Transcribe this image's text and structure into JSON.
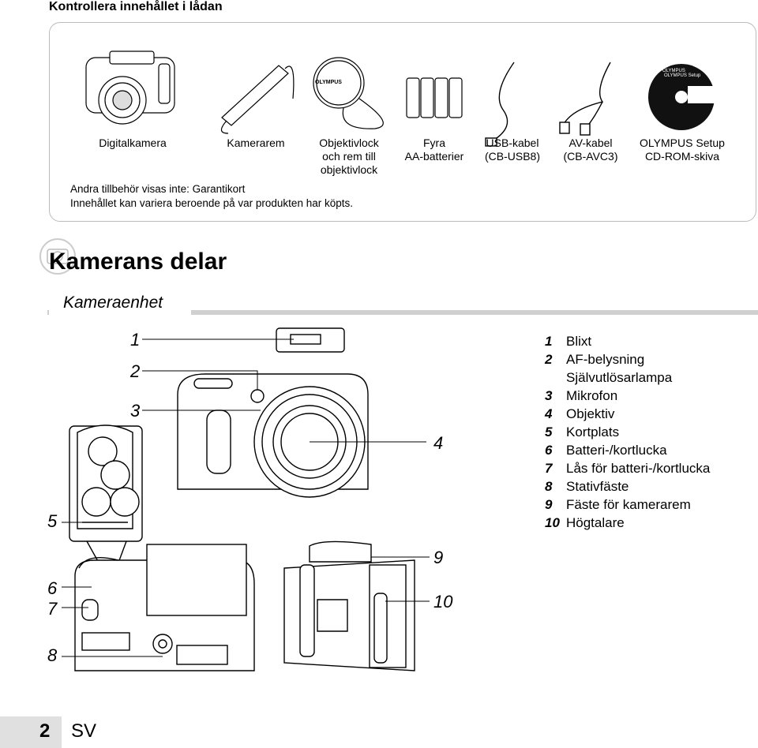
{
  "heading": "Kontrollera innehållet i lådan",
  "box_items": [
    {
      "label": "Digitalkamera"
    },
    {
      "label": "Kamerarem"
    },
    {
      "label": "Objektivlock\noch rem till\nobjektivlock"
    },
    {
      "label": "Fyra\nAA-batterier"
    },
    {
      "label": "USB-kabel\n(CB-USB8)"
    },
    {
      "label": "AV-kabel\n(CB-AVC3)"
    },
    {
      "label": "OLYMPUS Setup\nCD-ROM-skiva"
    }
  ],
  "box_notes": [
    "Andra tillbehör visas inte: Garantikort",
    "Innehållet kan variera beroende på var produkten har köpts."
  ],
  "logos": {
    "brand": "OLYMPUS",
    "cd_text": "OLYMPUS Setup"
  },
  "section_title": "Kamerans delar",
  "subsection_title": "Kameraenhet",
  "callouts": [
    "1",
    "2",
    "3",
    "4",
    "5",
    "6",
    "7",
    "8",
    "9",
    "10"
  ],
  "parts": [
    {
      "num": "1",
      "label": "Blixt"
    },
    {
      "num": "2",
      "label": "AF-belysning\nSjälvutlösarlampa"
    },
    {
      "num": "3",
      "label": "Mikrofon"
    },
    {
      "num": "4",
      "label": "Objektiv"
    },
    {
      "num": "5",
      "label": "Kortplats"
    },
    {
      "num": "6",
      "label": "Batteri-/kortlucka"
    },
    {
      "num": "7",
      "label": "Lås för batteri-/kortlucka"
    },
    {
      "num": "8",
      "label": "Stativfäste"
    },
    {
      "num": "9",
      "label": "Fäste för kamerarem"
    },
    {
      "num": "10",
      "label": "Högtalare"
    }
  ],
  "footer": {
    "page_number": "2",
    "language": "SV"
  }
}
